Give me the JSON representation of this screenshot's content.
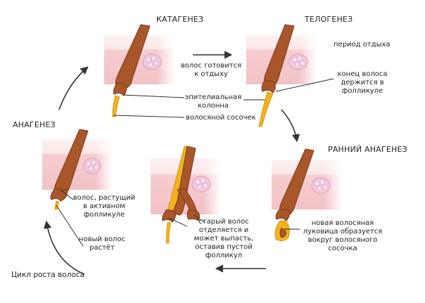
{
  "colors": {
    "skin_top": "#fbeaea",
    "skin_mid": "#f4c6c8",
    "skin_line": "#e9a9ad",
    "hair": "#a8562a",
    "hair_dark": "#7c3b17",
    "papilla": "#f2b31e",
    "gland": "#f7d3e6",
    "gland_cell": "#f9e9f3",
    "arrow": "#333333"
  },
  "stages": {
    "catagen": "КАТАГЕНЕЗ",
    "telogen": "ТЕЛОГЕНЕЗ",
    "anagen": "АНАГЕНЕЗ",
    "early_anagen": "РАННИЙ АНАГЕНЕЗ"
  },
  "labels": {
    "hair_prepares": [
      "волос готовится",
      "к отдыху"
    ],
    "rest_period": "период отдыха",
    "hair_end": [
      "конец волоса",
      "держится в",
      "фолликуле"
    ],
    "epithelial": [
      "эпителиальная",
      "колонна"
    ],
    "papilla": "волосяной сосочек",
    "growing_hair": [
      "волос, растущий",
      "в активном",
      "фолликуле"
    ],
    "new_hair": [
      "новый волос",
      "растёт"
    ],
    "old_hair": [
      "старый волос",
      "отделяется и",
      "может выпасть,",
      "оставив пустой",
      "фолликул"
    ],
    "new_bulb": [
      "новая волосяная",
      "луковица образуется",
      "вокруг волосяного",
      "сосочка"
    ],
    "cycle": "Цикл роста волоса"
  }
}
